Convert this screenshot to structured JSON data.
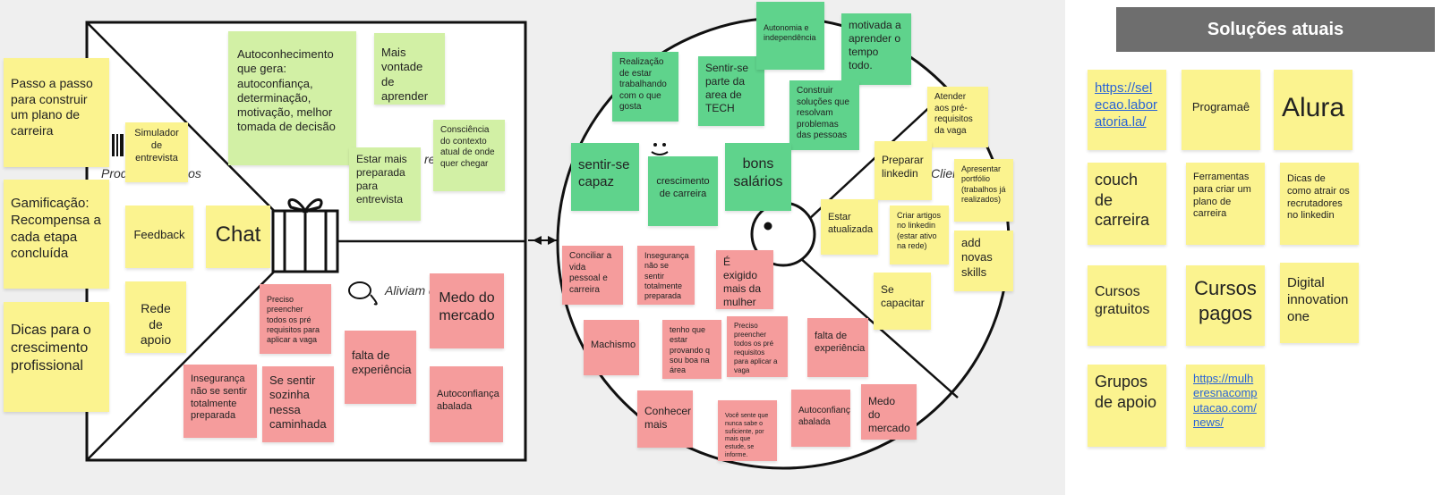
{
  "canvas": {
    "section_titles": {
      "products": "Prod",
      "products_tail": "iços",
      "gains": "res",
      "pains": "Aliviam d",
      "customer_jobs": "Clien",
      "pains_circle": "s"
    }
  },
  "product_side": {
    "left_column": [
      "Passo a passo para construir um plano de carreira",
      "Gamificação: Recompensa a cada etapa concluída",
      "Dicas para o crescimento profissional"
    ],
    "products": [
      "Simulador de entrevista",
      "Feedback",
      "Chat",
      "Rede de apoio"
    ],
    "gain_creators": [
      "Autoconhecimento que gera: autoconfiança, determinação, motivação, melhor tomada de decisão",
      "Mais vontade de aprender",
      "Estar mais preparada para entrevista",
      "Consciência do contexto atual de onde quer chegar"
    ],
    "pain_relievers": [
      "Preciso preencher todos os pré requisitos para aplicar a vaga",
      "Medo do mercado",
      "falta de experiência",
      "Insegurança não se sentir totalmente preparada",
      "Se sentir sozinha nessa caminhada",
      "Autoconfiança abalada"
    ]
  },
  "customer_side": {
    "gains": [
      "Realização de estar trabalhando com o que gosta",
      "Sentir-se parte da area de TECH",
      "Autonomia e independência",
      "motivada a aprender o tempo todo.",
      "Construir soluções que resolvam problemas das pessoas",
      "sentir-se capaz",
      "crescimento de carreira",
      "bons salários"
    ],
    "jobs": [
      "Atender aos pré-requisitos da vaga",
      "Preparar linkedin",
      "Apresentar portfólio (trabalhos já realizados)",
      "Estar atualizada",
      "Criar artigos no linkedin (estar ativo na rede)",
      "add novas skills",
      "Se capacitar"
    ],
    "pains": [
      "Conciliar a vida pessoal e carreira",
      "Insegurança não se sentir totalmente preparada",
      "É exigido mais da mulher",
      "Machismo",
      "tenho que estar provando q sou boa na área",
      "Preciso preencher todos os pré requisitos para aplicar a vaga",
      "falta de experiência",
      "Conhecer mais",
      "Você sente que nunca sabe o suficiente, por mais que estude, se informe.",
      "Autoconfiança abalada",
      "Medo do mercado"
    ]
  },
  "solutions_panel": {
    "title": "Soluções atuais",
    "items": [
      "https://selecao.laboratoria.la/",
      "Programaê",
      "Alura",
      "couch de carreira",
      "Ferramentas para criar um plano de carreira",
      "Dicas de como atrair os recrutadores no linkedin",
      "Cursos gratuitos",
      "Cursos pagos",
      "Digital innovation one",
      "Grupos de apoio",
      "https://mulheresnacomputacao.com/news/"
    ]
  },
  "colors": {
    "yellow_note": "#fbf38f",
    "light_green_note": "#d2f0a5",
    "green_note": "#5fd38c",
    "red_note": "#f59c9c",
    "header": "#6e6e6e",
    "link": "#2a64d6"
  }
}
